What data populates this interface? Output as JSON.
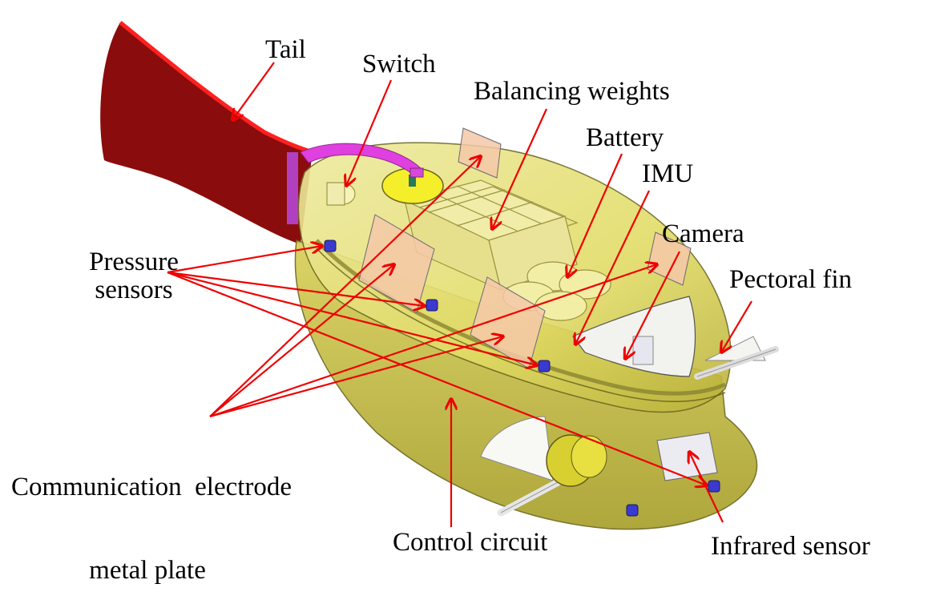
{
  "figure": {
    "subject": "Robotic fish internal component layout",
    "colors": {
      "tail": "#8b0c0c",
      "tail_edge": "#ff1a1a",
      "bracket": "#e040e0",
      "shell": "#e6e06a",
      "shell_dark": "#b9b23a",
      "plate": "#f5c8a8",
      "sensor": "#3a3ad0",
      "arrow": "#ee0000"
    }
  },
  "labels": {
    "tail": "Tail",
    "switch": "Switch",
    "balancing_weights": "Balancing weights",
    "battery": "Battery",
    "imu": "IMU",
    "camera": "Camera",
    "pectoral_fin": "Pectoral fin",
    "pressure_sensors_line1": "Pressure",
    "pressure_sensors_line2": "sensors",
    "communication_line1": "Communication  electrode",
    "communication_line2": "metal plate",
    "control_circuit": "Control circuit",
    "infrared_sensor": "Infrared sensor"
  }
}
